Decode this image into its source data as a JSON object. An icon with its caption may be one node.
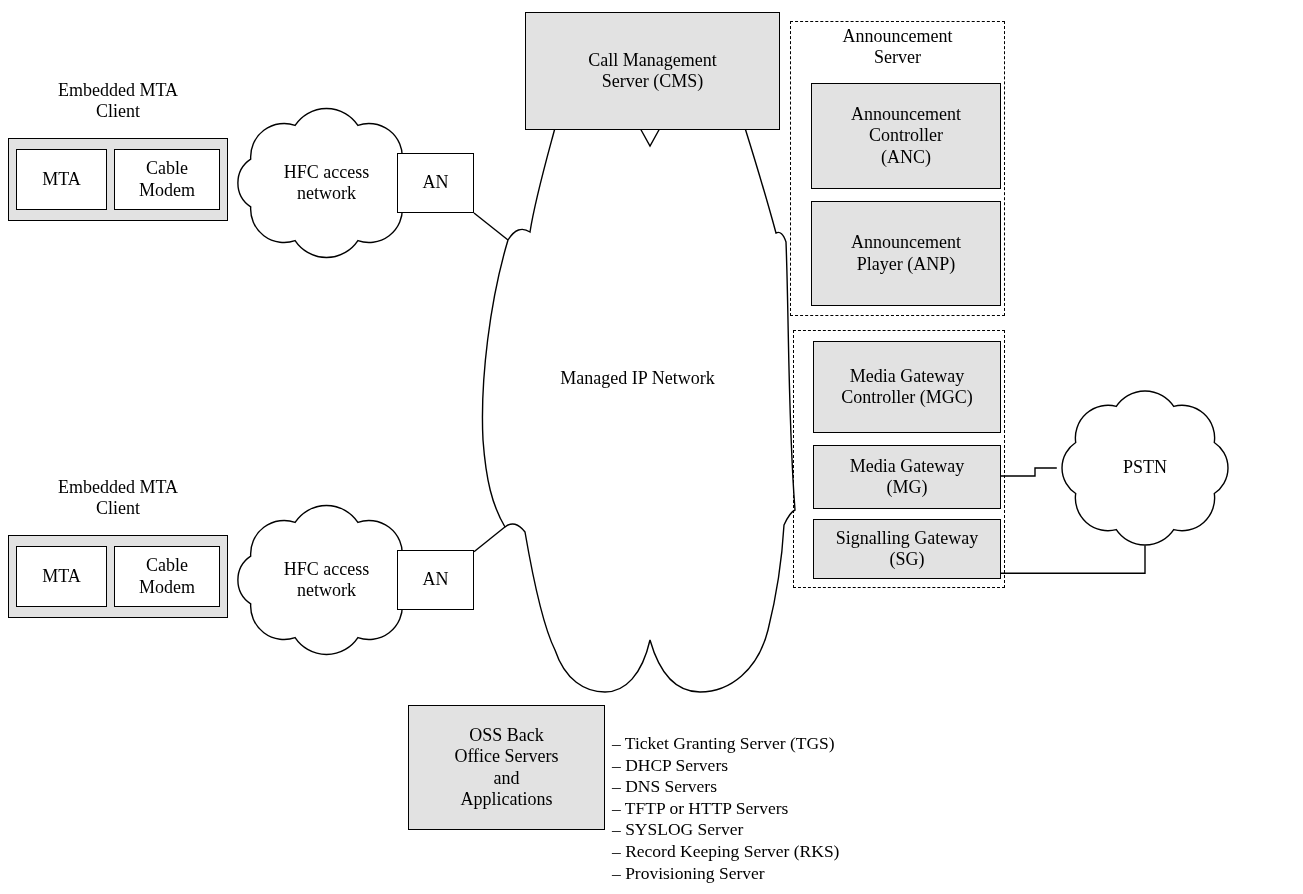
{
  "diagram": {
    "nodes": [
      {
        "text": [
          "Embedded MTA Client"
        ]
      },
      {
        "text": [
          "MTA"
        ],
        "in": 0
      },
      {
        "text": [
          "Cable Modem"
        ],
        "in": 0
      },
      {
        "text": [
          "HFC access network"
        ]
      },
      {
        "text": [
          "AN"
        ]
      },
      {
        "text": [
          "Call Management Server (CMS)"
        ]
      },
      {
        "text": [
          "Announcement Server"
        ]
      },
      {
        "text": [
          "Announcement Controller (ANC)"
        ],
        "in": 6
      },
      {
        "text": [
          "Announcement Player (ANP)"
        ],
        "in": 6
      },
      {
        "text": [
          "Managed IP Network"
        ]
      },
      {
        "text": [],
        "shape": "box"
      },
      {
        "text": [
          "Media Gateway Controller (MGC)"
        ],
        "in": 10
      },
      {
        "text": [
          "Media Gateway (MG)"
        ],
        "in": 10
      },
      {
        "text": [
          "Signalling Gateway (SG)"
        ],
        "in": 10
      },
      {
        "text": [
          "PSTN"
        ]
      },
      {
        "text": [
          "Embedded MTA Client"
        ]
      },
      {
        "text": [
          "MTA"
        ],
        "in": 15
      },
      {
        "text": [
          "Cable Modem"
        ],
        "in": 15
      },
      {
        "text": [
          "HFC access network"
        ]
      },
      {
        "text": [
          "AN"
        ]
      },
      {
        "text": [
          "OSS Back Office Servers and Applications"
        ],
        "beside": [
          "– Ticket Granting Server (TGS)",
          "– DHCP Servers",
          "– DNS Servers",
          "– TFTP or HTTP Servers",
          "– SYSLOG Server",
          "– Record Keeping Server (RKS)",
          "– Provisioning Server"
        ]
      }
    ],
    "edges": [
      {
        "from": 4,
        "to": 9,
        "arrow": "none"
      },
      {
        "from": 19,
        "to": 9,
        "arrow": "none"
      },
      {
        "from": 12,
        "to": 14,
        "arrow": "none"
      },
      {
        "from": 13,
        "to": 14,
        "arrow": "none"
      }
    ]
  }
}
